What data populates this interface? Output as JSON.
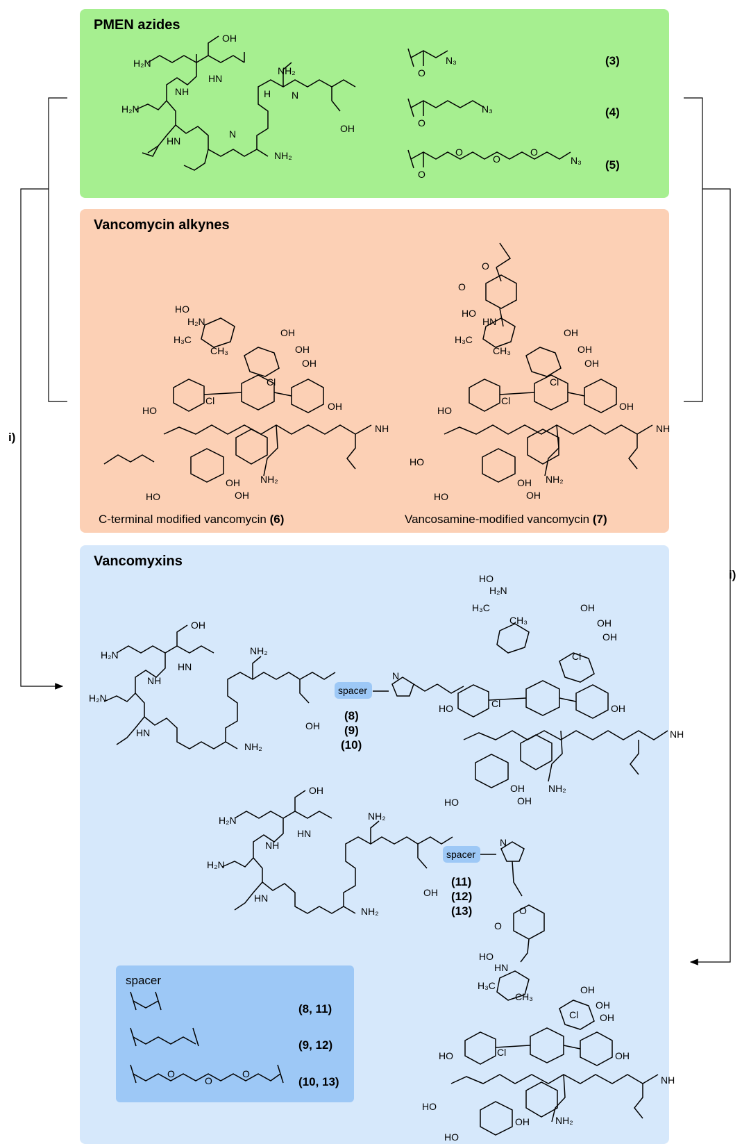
{
  "panels": {
    "azides": {
      "title": "PMEN azides",
      "labels": [
        "(3)",
        "(4)",
        "(5)"
      ]
    },
    "alkynes": {
      "title": "Vancomycin alkynes",
      "caption_left": "C-terminal modified vancomycin ",
      "caption_left_num": "(6)",
      "caption_right": "Vancosamine-modified vancomycin ",
      "caption_right_num": "(7)"
    },
    "vancomyxins": {
      "title": "Vancomyxins",
      "series_top": [
        "(8)",
        "(9)",
        "(10)"
      ],
      "series_bottom": [
        "(11)",
        "(12)",
        "(13)"
      ],
      "spacer_tag": "spacer",
      "spacer_legend": {
        "title": "spacer",
        "rows": [
          "(8, 11)",
          "(9, 12)",
          "(10, 13)"
        ]
      }
    }
  },
  "arrows": {
    "left_label": "i)",
    "right_label": "i)"
  },
  "atoms": {
    "H2N": "H₂N",
    "NH2": "NH₂",
    "OH": "OH",
    "NH": "NH",
    "HN": "HN",
    "N": "N",
    "O": "O",
    "H": "H",
    "HO": "HO",
    "Cl": "Cl",
    "N3": "N₃",
    "H3C": "H₃C",
    "CH3": "CH₃",
    "H2N_sugar": "H₂N"
  },
  "colors": {
    "green": "#a6ef90",
    "peach": "#fcd0b5",
    "blue": "#d6e8fb",
    "spacer": "#9dc8f6"
  }
}
